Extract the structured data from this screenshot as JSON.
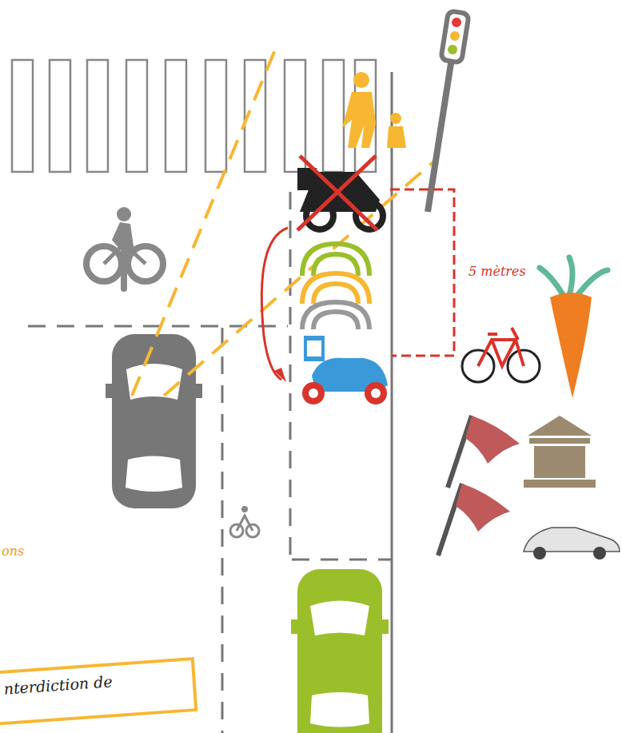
{
  "diagram": {
    "nodes": [
      {
        "text": [
          "nterdiction de"
        ]
      }
    ],
    "labels": [
      "5 mètres",
      "ons"
    ]
  }
}
